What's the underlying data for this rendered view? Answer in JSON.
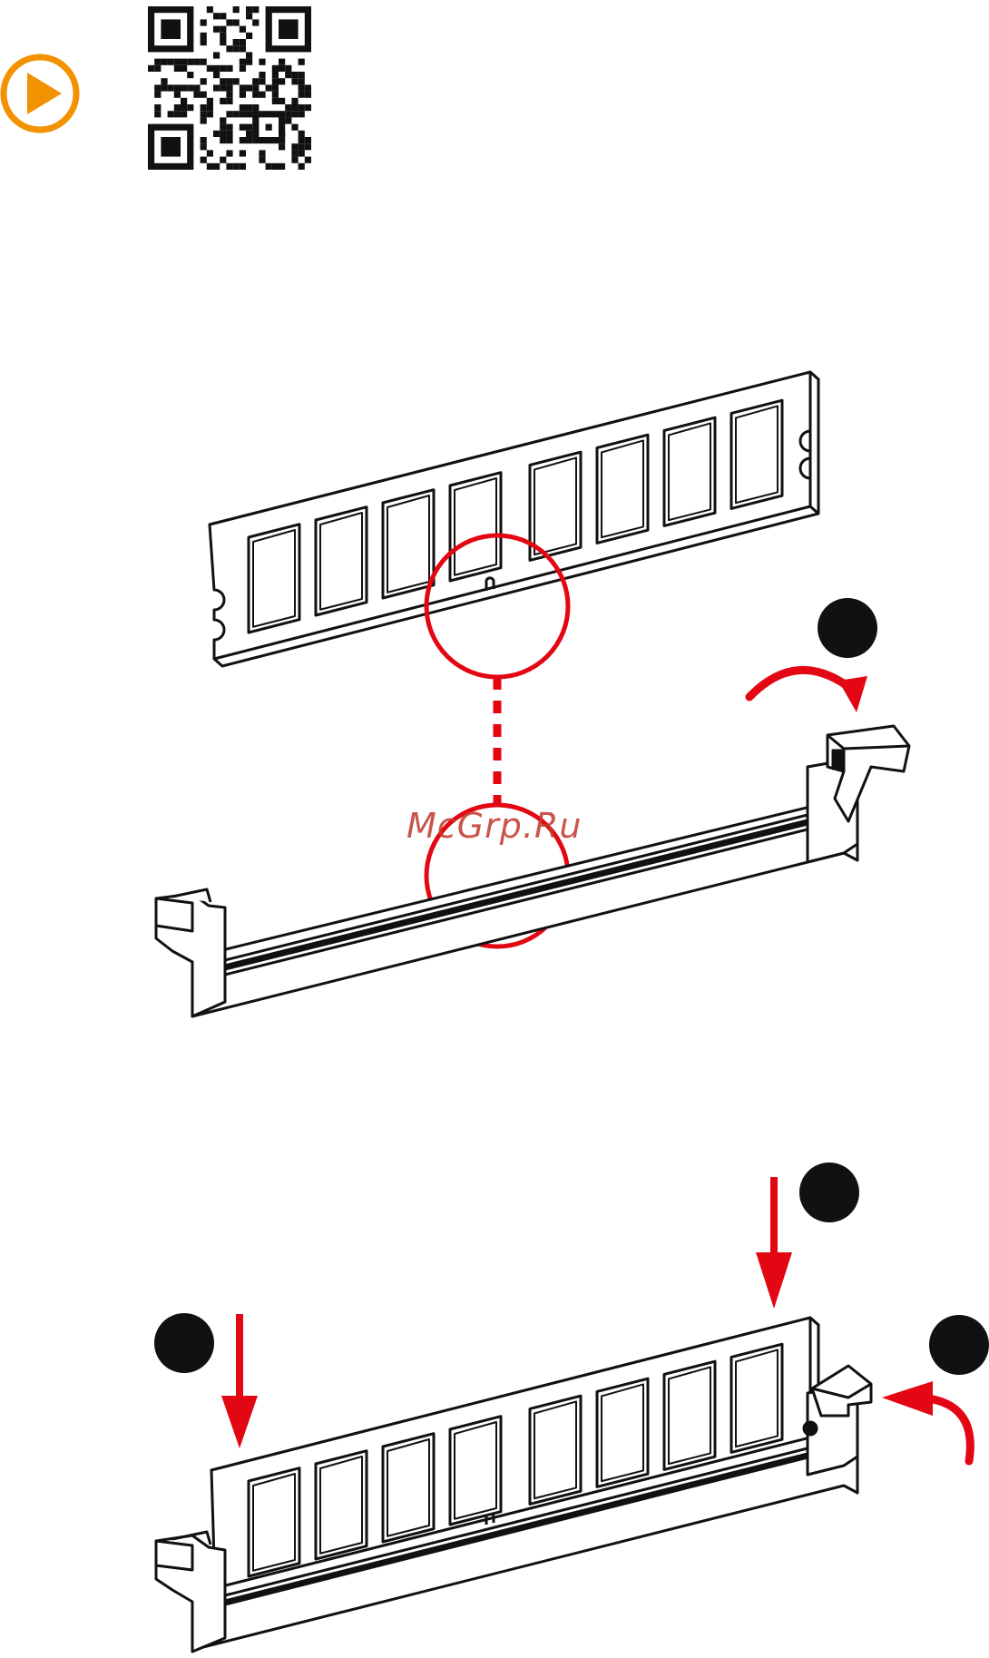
{
  "header": {
    "play_icon": "play-icon",
    "qr_icon": "qr-code-icon"
  },
  "steps": {
    "step1_marker": "step-1-marker",
    "step2_marker": "step-2-marker",
    "step3_marker": "step-3-marker",
    "step4_marker": "step-4-marker"
  },
  "watermark": {
    "text": "McGrp.Ru"
  },
  "colors": {
    "accent_orange": "#f39200",
    "alert_red": "#e30613",
    "line_black": "#111111",
    "marker_black": "#111111"
  }
}
